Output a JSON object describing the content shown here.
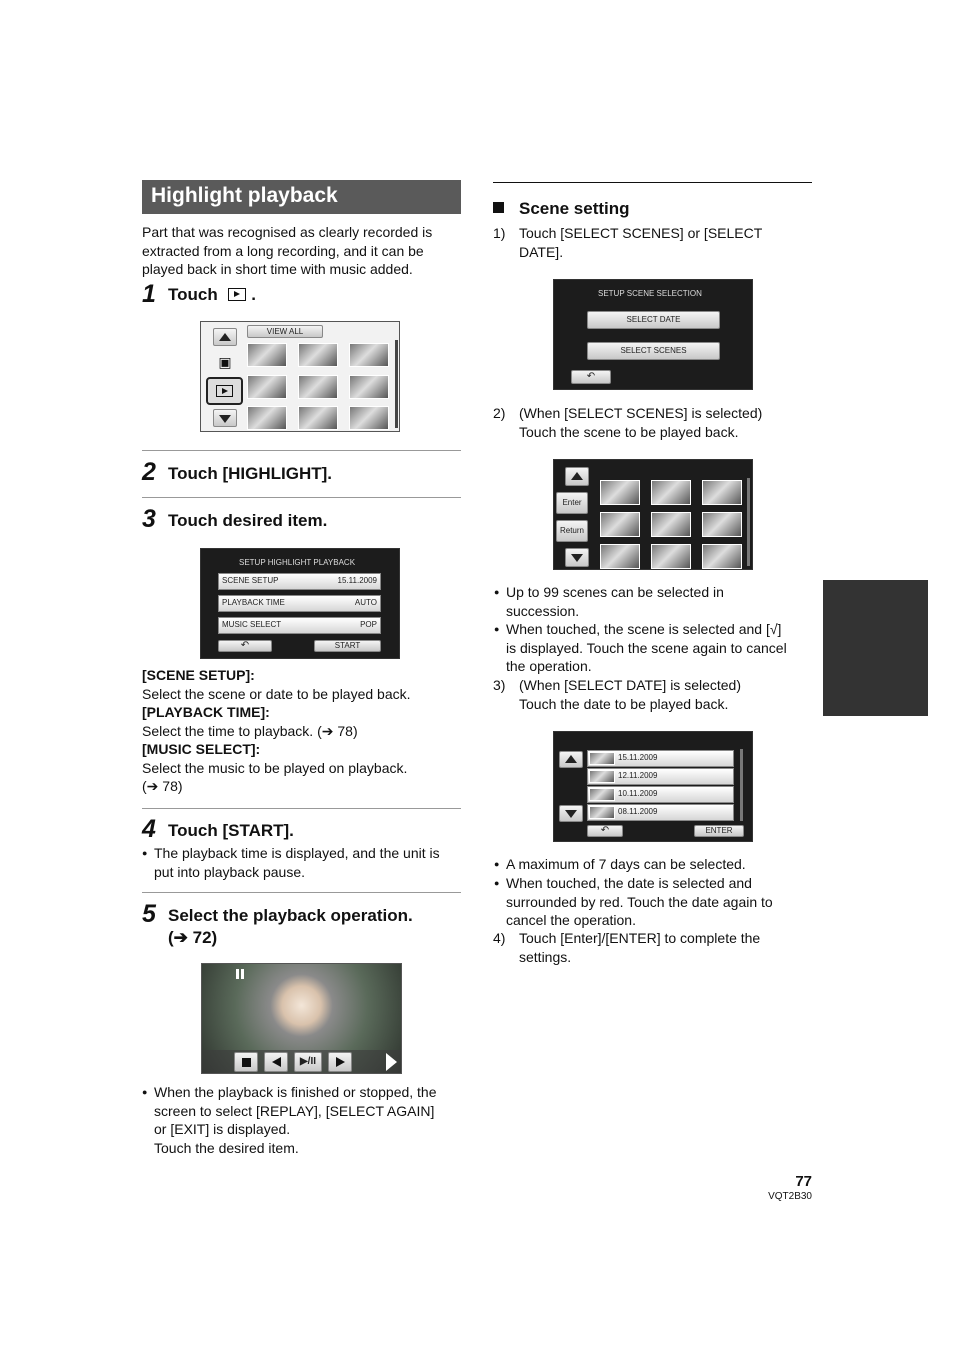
{
  "left": {
    "header": "Highlight playback",
    "intro": [
      "Part that was recognised as clearly recorded is",
      "extracted from a long recording, and it can be",
      "played back in short time with music added."
    ],
    "step1": {
      "num": "1",
      "title": "Touch",
      "title_end": "."
    },
    "screen1": {
      "view_all": "VIEW ALL"
    },
    "step2": {
      "num": "2",
      "title": "Touch [HIGHLIGHT]."
    },
    "step3": {
      "num": "3",
      "title": "Touch desired item."
    },
    "screen3": {
      "title": "SETUP HIGHLIGHT PLAYBACK",
      "rows": [
        {
          "label": "SCENE SETUP",
          "value": "15.11.2009"
        },
        {
          "label": "PLAYBACK TIME",
          "value": "AUTO"
        },
        {
          "label": "MUSIC SELECT",
          "value": "POP"
        }
      ],
      "start": "START"
    },
    "terms": [
      {
        "term": "[SCENE SETUP]:",
        "desc": [
          "Select the scene or date to be played back."
        ]
      },
      {
        "term": "[PLAYBACK TIME]:",
        "desc": [
          "Select the time to playback.  (➔ 78)"
        ]
      },
      {
        "term": "[MUSIC SELECT]:",
        "desc": [
          "Select the music to be played on playback.",
          "(➔ 78)"
        ]
      }
    ],
    "step4": {
      "num": "4",
      "title": "Touch [START].",
      "bullet": [
        "The playback time is displayed, and the unit is",
        "put into playback pause."
      ]
    },
    "step5": {
      "num": "5",
      "title": "Select the playback operation.",
      "title2": "(➔ 72)"
    },
    "bullet5": [
      "When the playback is finished or stopped, the",
      "screen to select [REPLAY], [SELECT AGAIN]",
      "or [EXIT] is displayed.",
      "Touch the desired item."
    ]
  },
  "right": {
    "section": "Scene setting",
    "item1": {
      "num": "1)",
      "lines": [
        "Touch [SELECT SCENES] or [SELECT",
        "DATE]."
      ]
    },
    "screenA": {
      "title": "SETUP SCENE SELECTION",
      "select_date": "SELECT DATE",
      "select_scenes": "SELECT SCENES"
    },
    "item2": {
      "num": "2)",
      "lines": [
        "(When [SELECT SCENES] is selected)",
        "Touch the scene to be played back."
      ]
    },
    "screenB": {
      "enter": "Enter",
      "return": "Return"
    },
    "bullets2": [
      [
        "Up to 99 scenes can be selected in",
        "succession."
      ],
      [
        "When touched, the scene is selected and [√]",
        "is displayed. Touch the scene again to cancel",
        "the operation."
      ]
    ],
    "item3": {
      "num": "3)",
      "lines": [
        "(When [SELECT DATE] is selected)",
        "Touch the date to be played back."
      ]
    },
    "screenC": {
      "dates": [
        "15.11.2009",
        "12.11.2009",
        "10.11.2009",
        "08.11.2009"
      ],
      "enter": "ENTER"
    },
    "bullets3": [
      [
        "A maximum of 7 days can be selected."
      ],
      [
        "When touched, the date is selected and",
        "surrounded by red. Touch the date again to",
        "cancel the operation."
      ]
    ],
    "item4": {
      "num": "4)",
      "lines": [
        "Touch [Enter]/[ENTER] to complete the",
        "settings."
      ]
    }
  },
  "footer": {
    "page": "77",
    "code": "VQT2B30"
  },
  "colors": {
    "header_bg": "#5a5a5a",
    "tab_bg": "#333333"
  }
}
